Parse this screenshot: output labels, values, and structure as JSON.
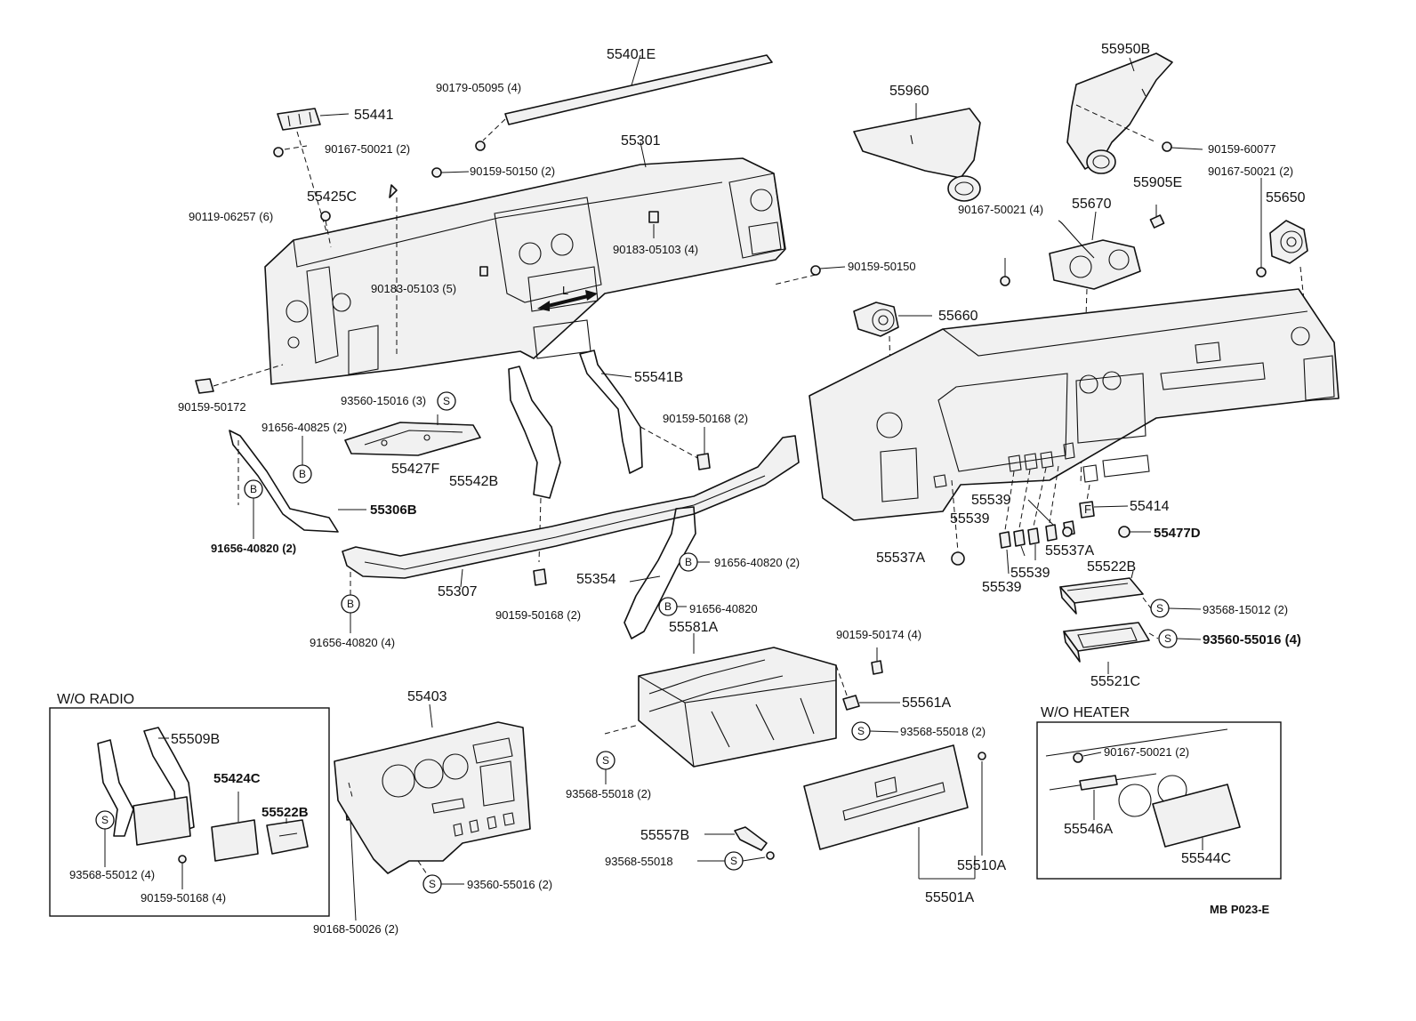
{
  "labels": {
    "p55401E": "55401E",
    "p90179_05095": "90179-05095 (4)",
    "p55441": "55441",
    "p90167_50021a": "90167-50021 (2)",
    "p55301": "55301",
    "p90159_50150a": "90159-50150 (2)",
    "p55425C": "55425C",
    "p90119_06257": "90119-06257 (6)",
    "p90183_05103a": "90183-05103 (4)",
    "p90183_05103b": "90183-05103 (5)",
    "p90159_50150b": "90159-50150",
    "p90159_50172": "90159-50172",
    "p93560_15016": "93560-15016 (3)",
    "p91656_40825": "91656-40825 (2)",
    "p55427F": "55427F",
    "p55306B": "55306B",
    "p91656_40820a": "91656-40820 (2)",
    "p55541B": "55541B",
    "p90159_50168a": "90159-50168 (2)",
    "p55542B": "55542B",
    "p55354": "55354",
    "p91656_40820b": "91656-40820 (2)",
    "p91656_40820c": "91656-40820",
    "p55307": "55307",
    "p90159_50168b": "90159-50168 (2)",
    "p91656_40820d": "91656-40820 (4)",
    "p55960": "55960",
    "p55950B": "55950B",
    "p90159_60077": "90159-60077",
    "p90167_50021b": "90167-50021 (2)",
    "p55670": "55670",
    "p55905E": "55905E",
    "p90167_50021c": "90167-50021 (4)",
    "p55650": "55650",
    "p55660": "55660",
    "p55539a": "55539",
    "p55539b": "55539",
    "p55539c": "55539",
    "p55539d": "55539",
    "p55414": "55414",
    "p55477D": "55477D",
    "p55537Aa": "55537A",
    "p55537Ab": "55537A",
    "p55522B": "55522B",
    "p93568_15012": "93568-15012 (2)",
    "p93560_55016a": "93560-55016 (4)",
    "p55521C": "55521C",
    "p55581A": "55581A",
    "p90159_50174": "90159-50174 (4)",
    "p55561A": "55561A",
    "p93568_55018a": "93568-55018 (2)",
    "p93568_55018b": "93568-55018 (2)",
    "p55557B": "55557B",
    "p93568_55018c": "93568-55018",
    "p55510A": "55510A",
    "p55501A": "55501A",
    "p55403": "55403",
    "p93560_55016b": "93560-55016 (2)",
    "p90168_50026": "90168-50026 (2)",
    "p55509B": "55509B",
    "p55424C": "55424C",
    "p55522B_box": "55522B",
    "p93568_55012": "93568-55012 (4)",
    "p90159_50168c": "90159-50168 (4)",
    "p90167_50021d": "90167-50021 (2)",
    "p55546A": "55546A",
    "p55544C": "55544C",
    "drawing_code": "MB P023-E"
  },
  "insets": {
    "wo_radio": "W/O  RADIO",
    "wo_heater": "W/O HEATER"
  },
  "symbols": {
    "S": "S",
    "B": "B",
    "L": "L",
    "F": "F"
  }
}
